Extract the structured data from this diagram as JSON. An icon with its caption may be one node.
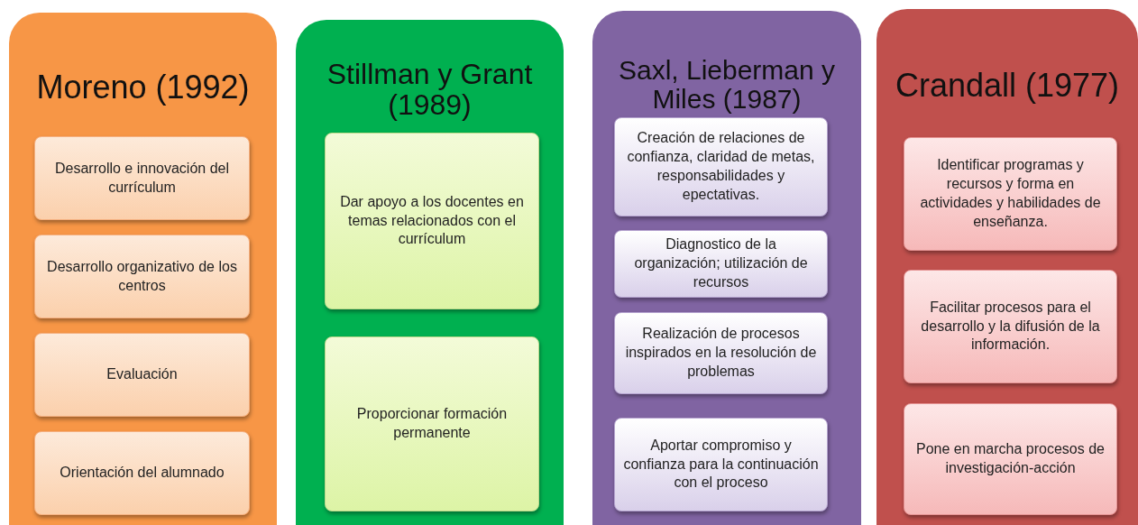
{
  "diagram": {
    "nodes": [
      {
        "text": [
          "Moreno (1992)"
        ]
      },
      {
        "text": [
          "Desarrollo e innovación del currículum"
        ],
        "in": 0
      },
      {
        "text": [
          "Desarrollo organizativo de los centros"
        ],
        "in": 0
      },
      {
        "text": [
          "Evaluación"
        ],
        "in": 0
      },
      {
        "text": [
          "Orientación del alumnado"
        ],
        "in": 0
      },
      {
        "text": [
          "Stillman y Grant (1989)"
        ]
      },
      {
        "text": [
          "Dar apoyo a los docentes en temas relacionados con el currículum"
        ],
        "in": 5
      },
      {
        "text": [
          "Proporcionar formación permanente"
        ],
        "in": 5
      },
      {
        "text": [
          "Saxl, Lieberman y Miles (1987)"
        ]
      },
      {
        "text": [
          "Creación de relaciones de confianza, claridad de metas, responsabilidades y epectativas."
        ],
        "in": 8
      },
      {
        "text": [
          "Diagnostico de la organización; utilización de recursos"
        ],
        "in": 8
      },
      {
        "text": [
          "Realización de procesos inspirados en la resolución de problemas"
        ],
        "in": 8
      },
      {
        "text": [
          "Aportar compromiso y confianza para la continuación con el proceso"
        ],
        "in": 8
      },
      {
        "text": [
          "Crandall (1977)"
        ]
      },
      {
        "text": [
          "Identificar programas y recursos y forma en actividades y habilidades de enseñanza."
        ],
        "in": 13
      },
      {
        "text": [
          "Facilitar procesos para el desarrollo y la difusión de la información."
        ],
        "in": 13
      },
      {
        "text": [
          "Pone en marcha procesos de investigación-acción"
        ],
        "in": 13
      }
    ]
  }
}
